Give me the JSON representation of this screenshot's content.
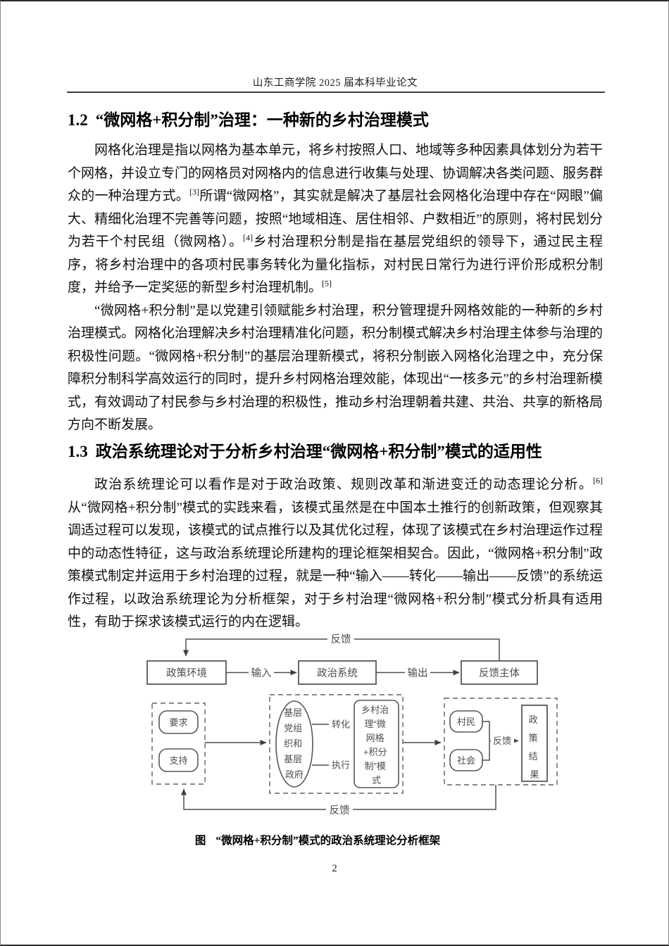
{
  "page": {
    "number": "2"
  },
  "header": {
    "title": "山东工商学院 2025 届本科毕业论文"
  },
  "section_12": {
    "number": "1.2",
    "title": "“微网格+积分制”治理：一种新的乡村治理模式"
  },
  "section_13": {
    "number": "1.3",
    "title": "政治系统理论对于分析乡村治理“微网格+积分制”模式的适用性"
  },
  "paragraphs": {
    "p1": {
      "s0": "网格化治理是指以网格为基本单元，将乡村按照人口、地域等多种因素具体划分为若干个网格，并设立专门的网格员对网格内的信息进行收集与处理、协调解决各类问题、服务群众的一种治理方式。",
      "ref0": "[3]",
      "s1": "所谓“微网格”，其实就是解决了基层社会网格化治理中存在“网眼”偏大、精细化治理不完善等问题，按照“地域相连、居住相邻、户数相近”的原则，将村民划分为若干个村民组（微网格）。",
      "ref1": "[4]",
      "s2": "乡村治理积分制是指在基层党组织的领导下，通过民主程序，将乡村治理中的各项村民事务转化为量化指标，对村民日常行为进行评价形成积分制度，并给予一定奖惩的新型乡村治理机制。",
      "ref2": "[5]"
    },
    "p2": {
      "s0": "“微网格+积分制”是以党建引领赋能乡村治理，积分管理提升网格效能的一种新的乡村治理模式。网格化治理解决乡村治理精准化问题，积分制模式解决乡村治理主体参与治理的积极性问题。“微网格+积分制”的基层治理新模式，将积分制嵌入网格化治理之中，充分保障积分制科学高效运行的同时，提升乡村网格治理效能，体现出“一核多元”的乡村治理新模式，有效调动了村民参与乡村治理的积极性，推动乡村治理朝着共建、共治、共享的新格局方向不断发展。"
    },
    "p3": {
      "s0": "政治系统理论可以看作是对于政治政策、规则改革和渐进变迁的动态理论分析。",
      "ref0": "[6]",
      "s1": "从“微网格+积分制”模式的实践来看，该模式虽然是在中国本土推行的创新政策，但观察其调适过程可以发现，该模式的试点推行以及其优化过程，体现了该模式在乡村治理运作过程中的动态性特征，这与政治系统理论所建构的理论框架相契合。因此，“微网格+积分制”政策模式制定并运用于乡村治理的过程，就是一种“输入——转化——输出——反馈”的系统运作过程，以政治系统理论为分析框架，对于乡村治理“微网格+积分制”模式分析具有适用性，有助于探求该模式运行的内在逻辑。"
    }
  },
  "figure": {
    "caption_prefix": "图",
    "caption": "“微网格+积分制”模式的政治系统理论分析框架",
    "nodes": {
      "policy_env": "政策环境",
      "political_system": "政治系统",
      "feedback_subject": "反馈主体",
      "demand": "要求",
      "support": "支持",
      "org_label": "基层党组织和基层政府",
      "org_lines": [
        "基层",
        "党组",
        "织和",
        "基层",
        "政府"
      ],
      "mode_label": "乡村治理“微网格+积分制”模式",
      "mode_lines": [
        "乡村治",
        "理“微",
        "网格",
        "+积分",
        "制”模",
        "式"
      ],
      "villager": "村民",
      "society": "社会",
      "policy_result_label": "政策结果",
      "policy_result_lines": [
        "政",
        "策",
        "结",
        "果"
      ]
    },
    "edges": {
      "input": "输入",
      "output": "输出",
      "transform": "转化",
      "execute": "执行",
      "feedback_top": "反馈",
      "feedback_mid": "反馈",
      "feedback_bottom": "反馈"
    }
  }
}
